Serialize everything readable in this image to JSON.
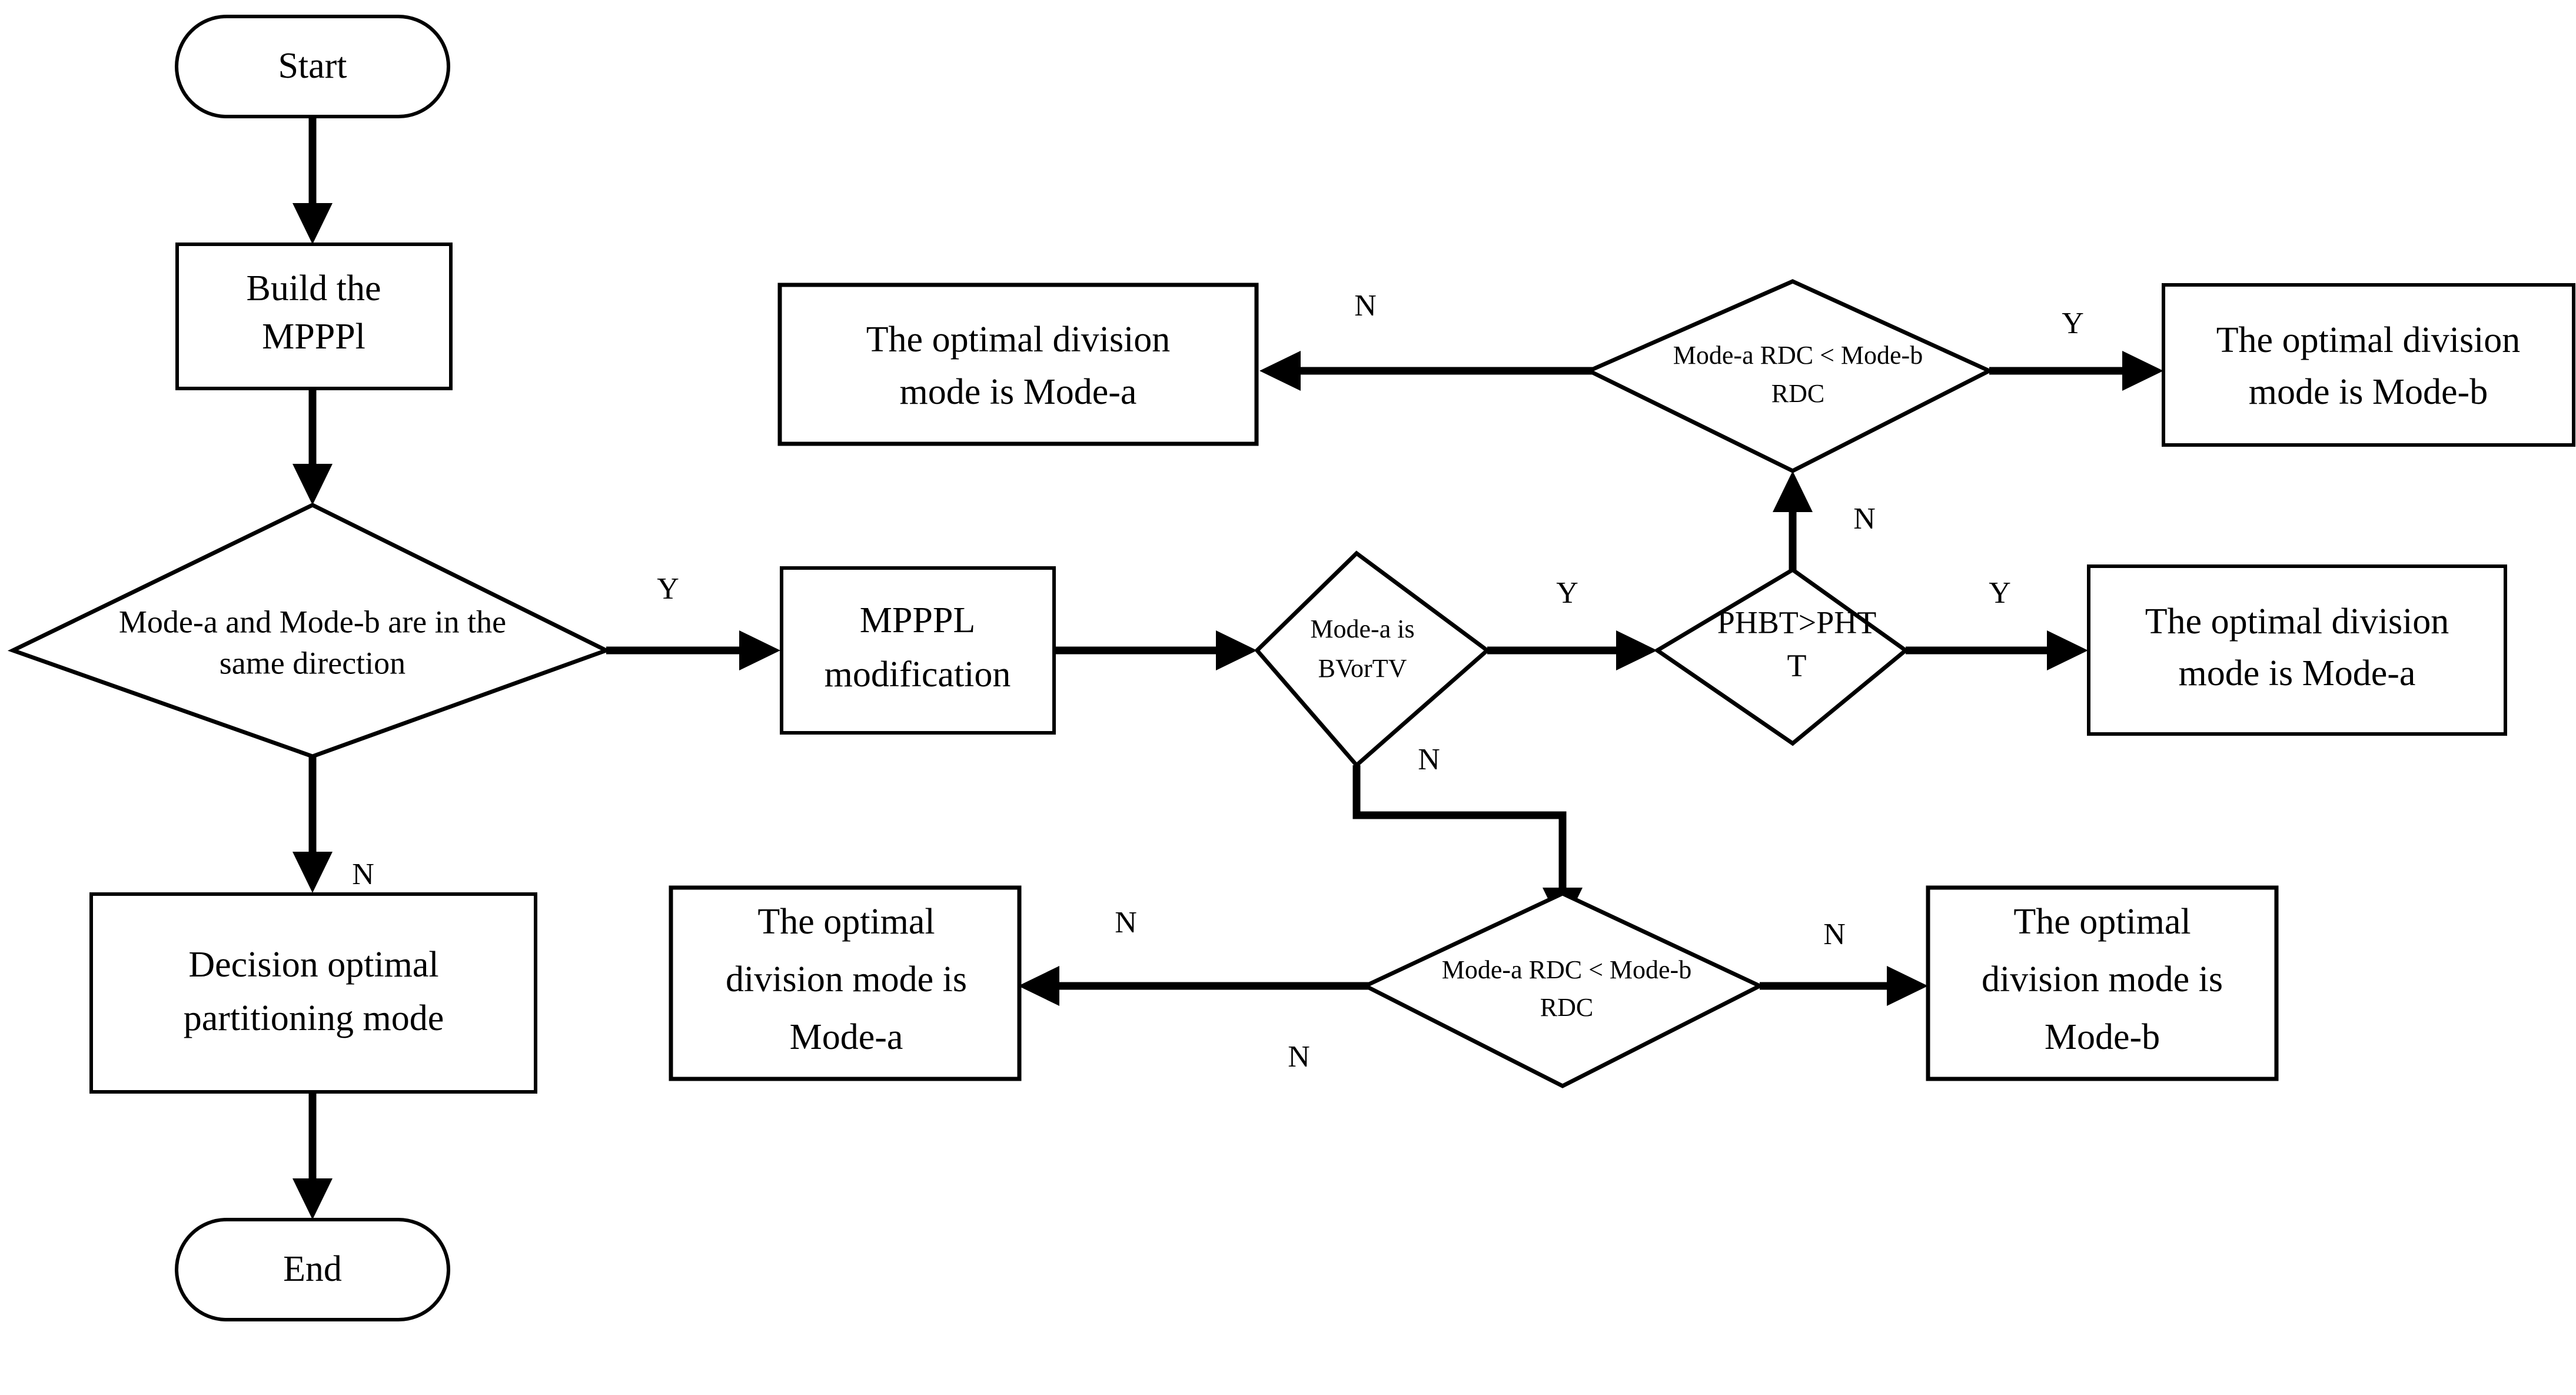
{
  "diagram": {
    "title": "Optimal partitioning mode decision flowchart",
    "colors": {
      "background": "#ffffff",
      "stroke": "#000000",
      "text": "#000000",
      "node_fill": "#ffffff"
    },
    "nodes": {
      "start": {
        "type": "terminator",
        "label": "Start"
      },
      "build_mpppl": {
        "type": "process",
        "line1": "Build the",
        "line2": "MPPPl"
      },
      "same_direction": {
        "type": "decision",
        "line1": "Mode-a and Mode-b are in the",
        "line2": "same direction"
      },
      "decision_optimal": {
        "type": "process",
        "line1": "Decision optimal",
        "line2": "partitioning mode"
      },
      "end": {
        "type": "terminator",
        "label": "End"
      },
      "mpppl_modification": {
        "type": "process",
        "line1": "MPPPL",
        "line2": "modification"
      },
      "mode_a_is_bvortv": {
        "type": "decision",
        "line1": "Mode-a is",
        "line2": "BVorTV"
      },
      "phbt_gt_phtt": {
        "type": "decision",
        "line1": "PHBT>PHT",
        "line2": "T"
      },
      "rdc_top": {
        "type": "decision",
        "line1": "Mode-a RDC < Mode-b",
        "line2": "RDC"
      },
      "rdc_bottom": {
        "type": "decision",
        "line1": "Mode-a RDC < Mode-b",
        "line2": "RDC"
      },
      "out_top_left_mode_a": {
        "type": "process",
        "line1": "The optimal division",
        "line2": "mode is Mode-a"
      },
      "out_top_right_mode_b": {
        "type": "process",
        "line1": "The optimal division",
        "line2": "mode is Mode-b"
      },
      "out_mid_right_mode_a": {
        "type": "process",
        "line1": "The optimal division",
        "line2": "mode is Mode-a"
      },
      "out_bottom_left_mode_a": {
        "type": "process",
        "line1": "The optimal",
        "line2": "division mode is",
        "line3": "Mode-a"
      },
      "out_bottom_right_mode_b": {
        "type": "process",
        "line1": "The optimal",
        "line2": "division mode is",
        "line3": "Mode-b"
      }
    },
    "edge_labels": {
      "same_direction_yes": "Y",
      "same_direction_no": "N",
      "bvortv_yes": "Y",
      "bvortv_no": "N",
      "phbt_yes": "Y",
      "phbt_no": "N",
      "rdc_top_yes": "Y",
      "rdc_top_no": "N",
      "rdc_bottom_yes": "N",
      "rdc_bottom_no": "N",
      "rdc_bottom_extra": "N"
    }
  }
}
